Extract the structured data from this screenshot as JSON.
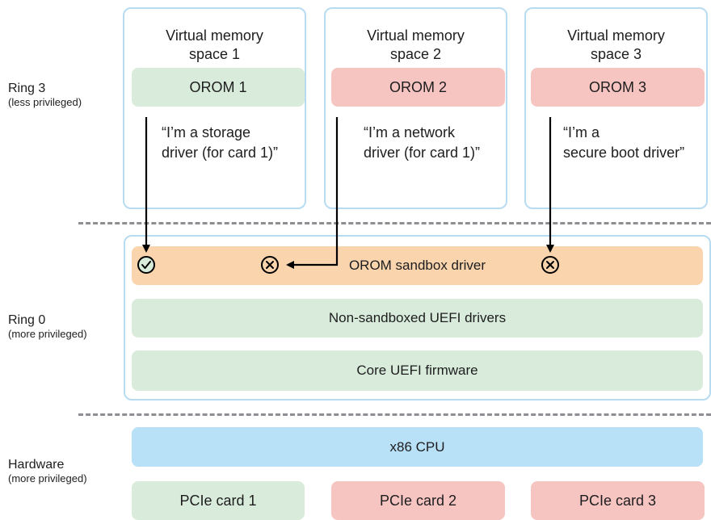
{
  "rings": {
    "ring3": {
      "name": "Ring 3",
      "note": "(less privileged)"
    },
    "ring0": {
      "name": "Ring 0",
      "note": "(more privileged)"
    },
    "hardware": {
      "name": "Hardware",
      "note": "(more privileged)"
    }
  },
  "vm_spaces": [
    {
      "title": "Virtual memory\nspace 1",
      "orom": "OROM 1",
      "quote": "“I’m a storage\ndriver (for card 1)”",
      "color": "#d9ecdb"
    },
    {
      "title": "Virtual memory\nspace 2",
      "orom": "OROM 2",
      "quote": "“I’m a network\ndriver (for card 1)”",
      "color": "#f7c5c1"
    },
    {
      "title": "Virtual memory\nspace 3",
      "orom": "OROM 3",
      "quote": "“I’m a\nsecure boot driver”",
      "color": "#f7c5c1"
    }
  ],
  "ring0_layers": {
    "sandbox": "OROM sandbox driver",
    "non_sandboxed": "Non-sandboxed UEFI drivers",
    "core": "Core UEFI firmware"
  },
  "hardware": {
    "cpu": "x86 CPU",
    "cards": [
      "PCIe card 1",
      "PCIe card 2",
      "PCIe card 3"
    ]
  },
  "outcomes": [
    "allowed",
    "denied",
    "denied"
  ],
  "icons": [
    "check-circle-icon",
    "x-circle-icon",
    "x-circle-icon"
  ]
}
